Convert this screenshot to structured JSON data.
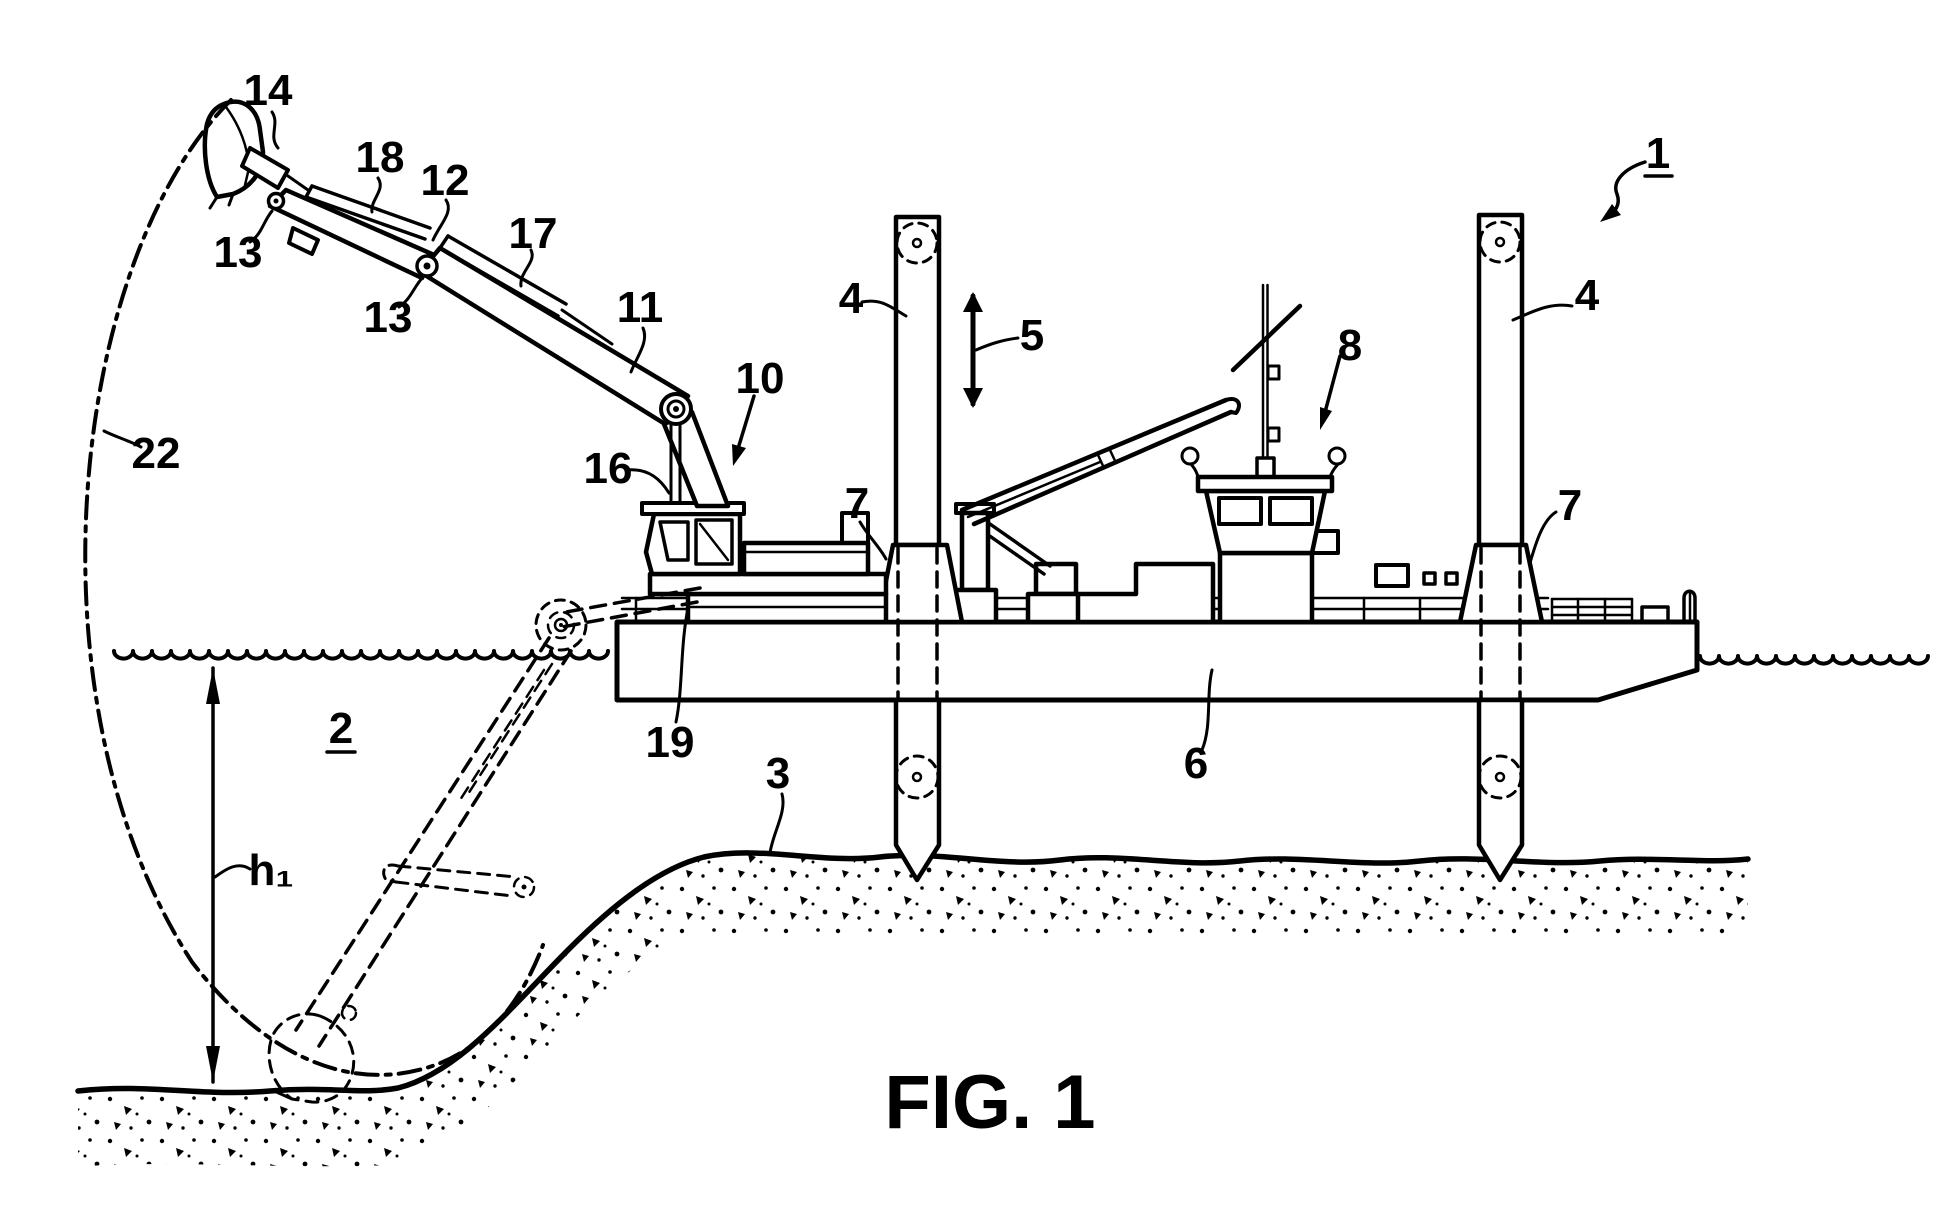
{
  "figure": {
    "caption": "FIG. 1",
    "colors": {
      "ink": "#000000",
      "paper": "#ffffff"
    },
    "labels": {
      "vessel": "1",
      "reach_envelope": "22",
      "bucket": "14",
      "bucket_cylinder": "18",
      "stick": "12",
      "stick_cylinder": "17",
      "bucket_joint": "13",
      "stick_joint": "13",
      "boom": "11",
      "excavator": "10",
      "boom_cylinder": "16",
      "spud_left": "4",
      "spud_motion": "5",
      "superstructure": "8",
      "spud_right": "4",
      "spud_guide_left": "7",
      "spud_guide_right": "7",
      "undercarriage": "19",
      "hull": "6",
      "seabed": "3",
      "water": "2",
      "dredging_depth": "h₁"
    }
  }
}
